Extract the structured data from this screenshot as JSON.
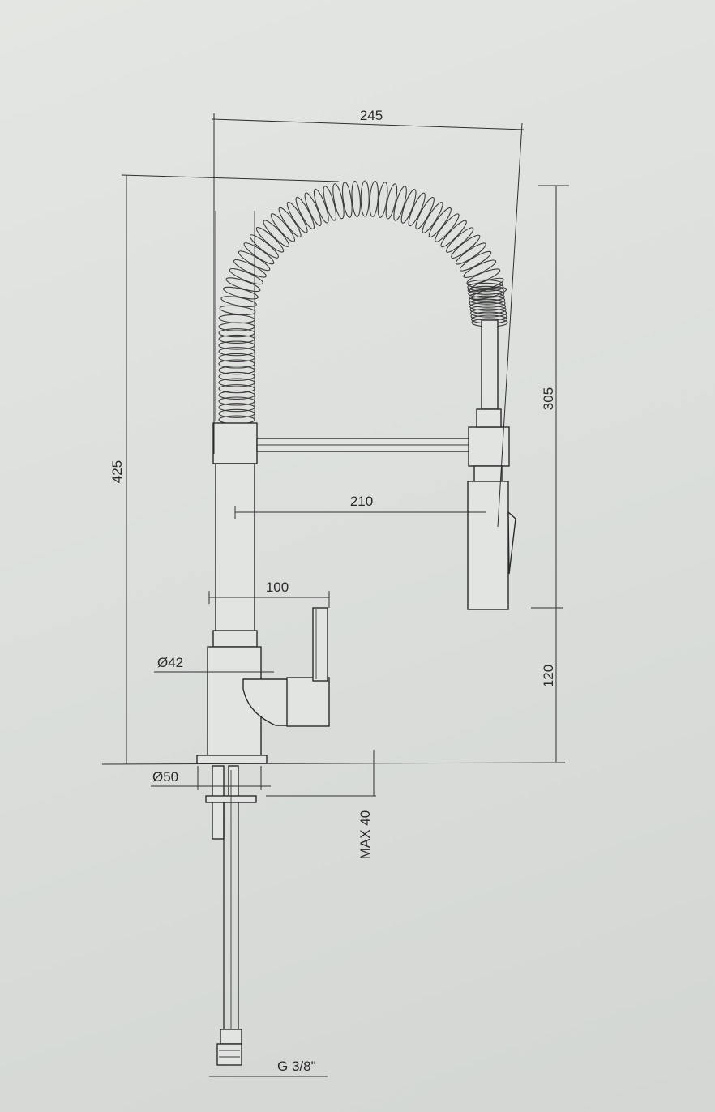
{
  "dimensions": {
    "width_245": "245",
    "height_425": "425",
    "height_305": "305",
    "reach_210": "210",
    "handle_100": "100",
    "dia_42": "Ø42",
    "dia_50": "Ø50",
    "height_120": "120",
    "max_40": "MAX 40",
    "thread": "G 3/8\""
  },
  "colors": {
    "line": "#2b2b2b",
    "paper": "#dfe1de"
  }
}
